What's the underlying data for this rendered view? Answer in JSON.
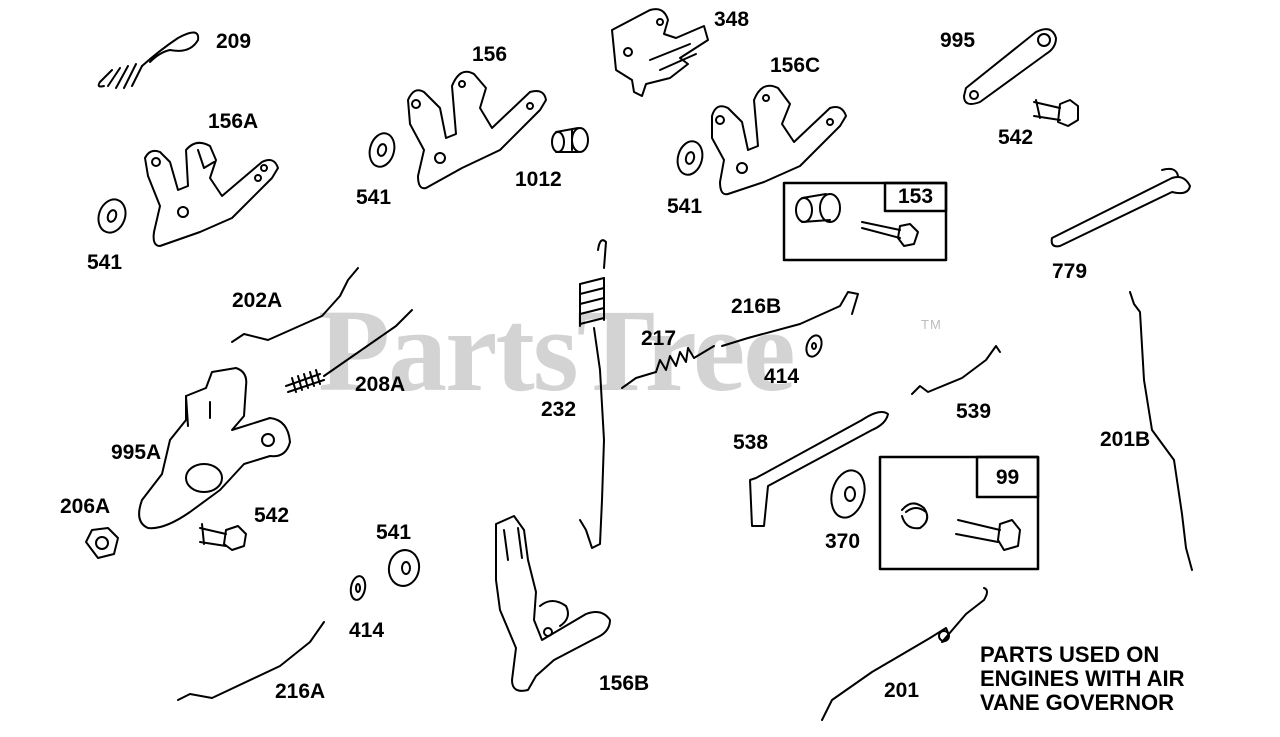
{
  "watermark": {
    "text": "PartsTree",
    "trademark": "TM"
  },
  "note": {
    "lines": [
      "PARTS USED ON",
      "ENGINES WITH AIR",
      "VANE GOVERNOR"
    ]
  },
  "boxes": {
    "kit_153": "153",
    "kit_99": "99"
  },
  "labels": {
    "p209": "209",
    "p156": "156",
    "p348": "348",
    "p156C": "156C",
    "p995": "995",
    "p542_top": "542",
    "p156A": "156A",
    "p541_mid": "541",
    "p1012": "1012",
    "p541_right": "541",
    "p541_left": "541",
    "p779": "779",
    "p202A": "202A",
    "p216B": "216B",
    "p217": "217",
    "p414_mid": "414",
    "p208A": "208A",
    "p232": "232",
    "p539": "539",
    "p995A": "995A",
    "p538": "538",
    "p201B": "201B",
    "p206A": "206A",
    "p542_bottom": "542",
    "p541_bottom": "541",
    "p370": "370",
    "p414_bottom": "414",
    "p156B": "156B",
    "p216A": "216A",
    "p201": "201"
  }
}
